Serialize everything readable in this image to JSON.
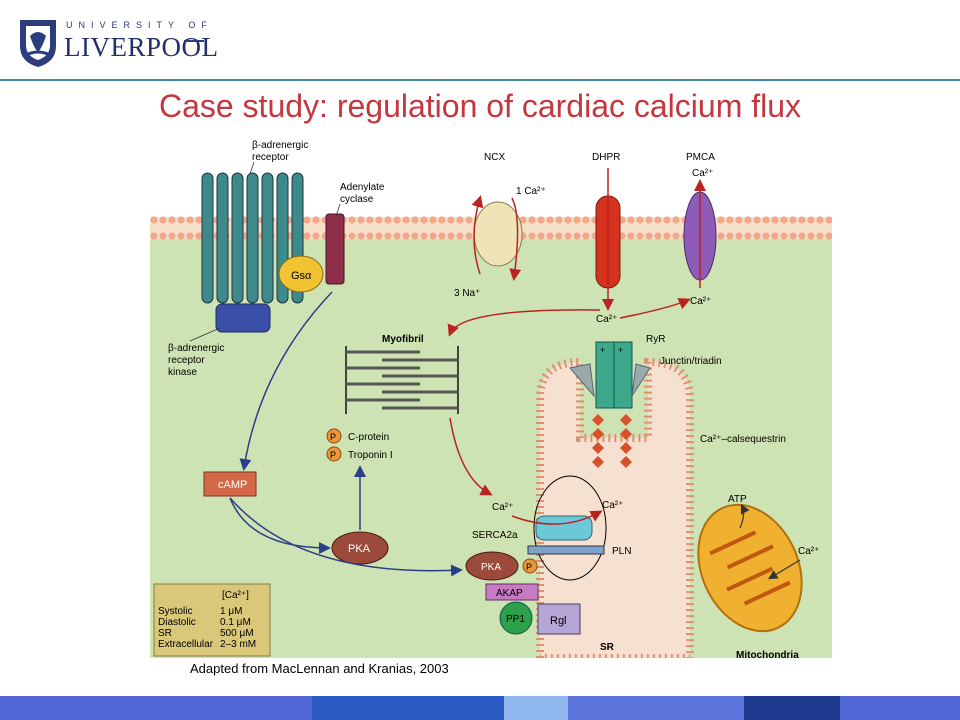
{
  "header": {
    "logo_top": "UNIVERSITY OF",
    "logo_main": "LIVERPOOL"
  },
  "title": "Case study: regulation of cardiac calcium flux",
  "caption": "Adapted from MacLennan and Kranias, 2003",
  "diagram": {
    "beta_receptor": [
      "β-adrenergic",
      "receptor"
    ],
    "adenylate": [
      "Adenylate",
      "cyclase"
    ],
    "gsa": "Gsα",
    "bark": [
      "β-adrenergic",
      "receptor",
      "kinase"
    ],
    "ncx": "NCX",
    "ncx_ca": "1 Ca²⁺",
    "ncx_na": "3 Na⁺",
    "dhpr": "DHPR",
    "pmca": "PMCA",
    "ca": "Ca²⁺",
    "myofibril": "Myofibril",
    "p": "P",
    "c_protein": "C-protein",
    "troponin": "Troponin I",
    "camp": "cAMP",
    "pka": "PKA",
    "ryr": "RyR",
    "junctin": "Junctin/triadin",
    "calsequestrin": "Ca²⁺–calsequestrin",
    "serca": "SERCA2a",
    "pln": "PLN",
    "akap": "AKAP",
    "pp1": "PP1",
    "rgl": "Rgl",
    "sr": "SR",
    "atp": "ATP",
    "mito": "Mitochondria",
    "plus": "+",
    "table": {
      "header": "[Ca²⁺]",
      "rows": [
        [
          "Systolic",
          "1 μM"
        ],
        [
          "Diastolic",
          "0.1 μM"
        ],
        [
          "SR",
          "500 μM"
        ],
        [
          "Extracellular",
          "2–3 mM"
        ]
      ]
    }
  },
  "colors": {
    "title": "#c4373f",
    "cytoplasm": "#cde3b3",
    "membrane_head": "#f0a98a",
    "footer": [
      "#4f66d4",
      "#2b59c3",
      "#8fb7ee",
      "#5b74dc",
      "#1e3a8f",
      "#4f66d4"
    ]
  }
}
